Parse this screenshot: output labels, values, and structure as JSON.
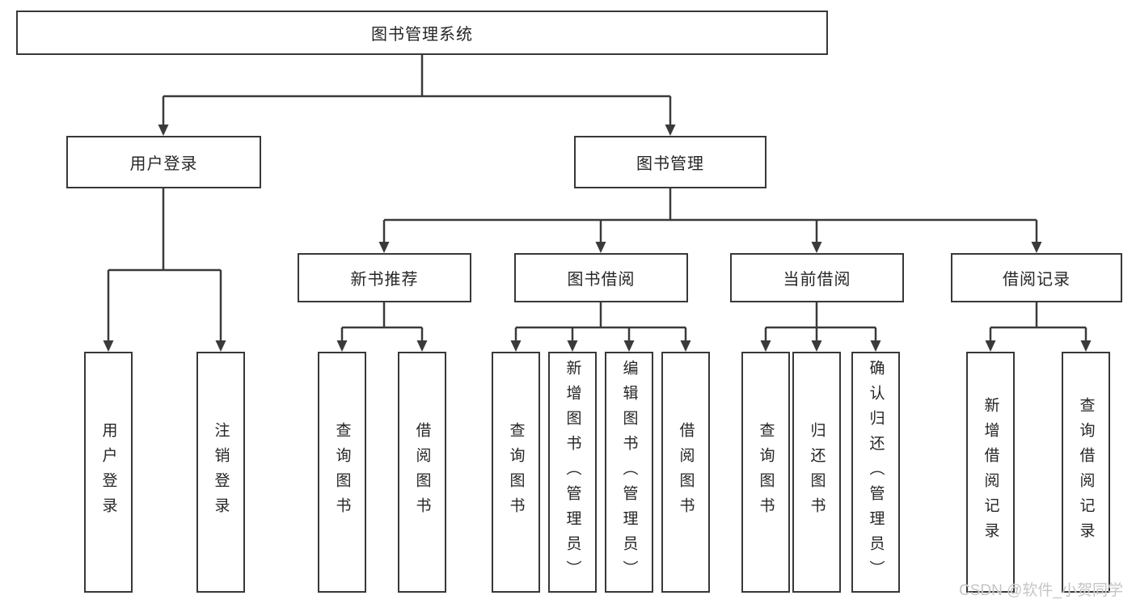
{
  "diagram": {
    "root": {
      "label": "图书管理系统"
    },
    "user_login": {
      "label": "用户登录",
      "leaves": [
        {
          "label": "用户登录"
        },
        {
          "label": "注销登录"
        }
      ]
    },
    "book_mgmt": {
      "label": "图书管理",
      "groups": [
        {
          "label": "新书推荐",
          "leaves": [
            {
              "label": "查询图书"
            },
            {
              "label": "借阅图书"
            }
          ]
        },
        {
          "label": "图书借阅",
          "leaves": [
            {
              "label": "查询图书"
            },
            {
              "label": "新增图书（管理员）"
            },
            {
              "label": "编辑图书（管理员）"
            },
            {
              "label": "借阅图书"
            }
          ]
        },
        {
          "label": "当前借阅",
          "leaves": [
            {
              "label": "查询图书"
            },
            {
              "label": "归还图书"
            },
            {
              "label": "确认归还（管理员）"
            }
          ]
        },
        {
          "label": "借阅记录",
          "leaves": [
            {
              "label": "新增借阅记录"
            },
            {
              "label": "查询借阅记录"
            }
          ]
        }
      ]
    },
    "watermark": "CSDN @软件_小贺同学",
    "colors": {
      "line": "#3a3a3a",
      "border": "#383838",
      "text": "#262626",
      "watermark": "#c5c5c5",
      "background": "#ffffff"
    }
  }
}
